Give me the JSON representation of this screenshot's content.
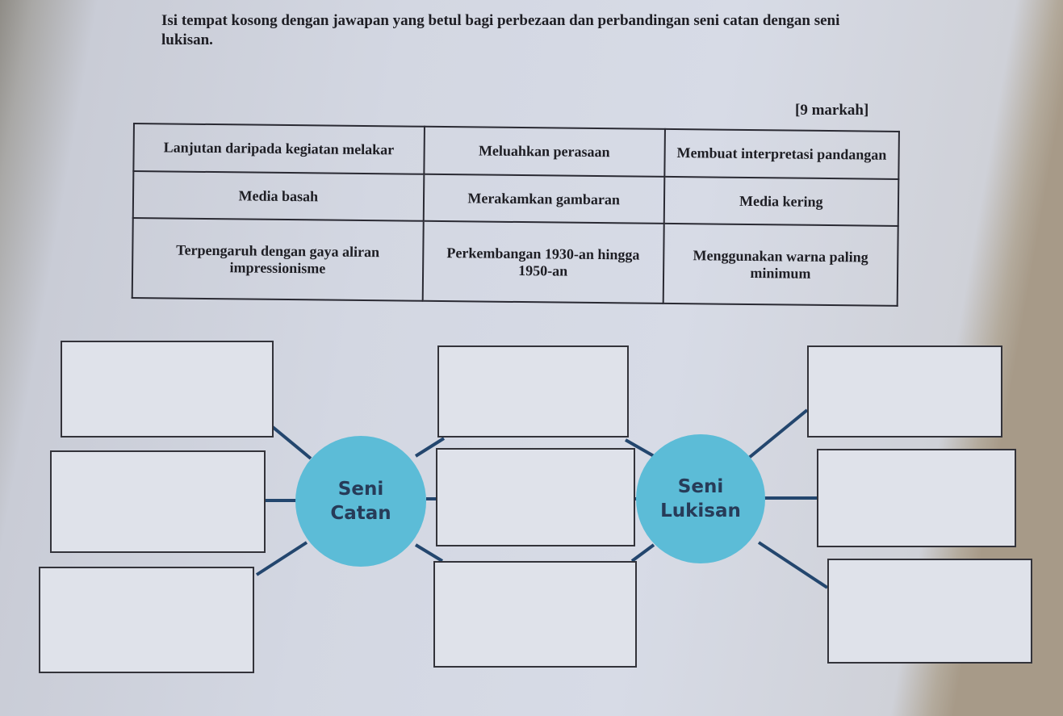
{
  "instruction": "Isi tempat kosong dengan jawapan yang betul bagi perbezaan dan perbandingan seni catan dengan seni lukisan.",
  "marks": "[9 markah]",
  "table": [
    [
      "Lanjutan daripada kegiatan melakar",
      "Meluahkan perasaan",
      "Membuat interpretasi pandangan"
    ],
    [
      "Media basah",
      "Merakamkan gambaran",
      "Media kering"
    ],
    [
      "Terpengaruh dengan gaya aliran impressionisme",
      "Perkembangan 1930-an hingga 1950-an",
      "Menggunakan warna paling minimum"
    ]
  ],
  "diagram": {
    "left_circle": {
      "line1": "Seni",
      "line2": "Catan"
    },
    "right_circle": {
      "line1": "Seni",
      "line2": "Lukisan"
    },
    "circle_color": "#5cbcd7"
  }
}
